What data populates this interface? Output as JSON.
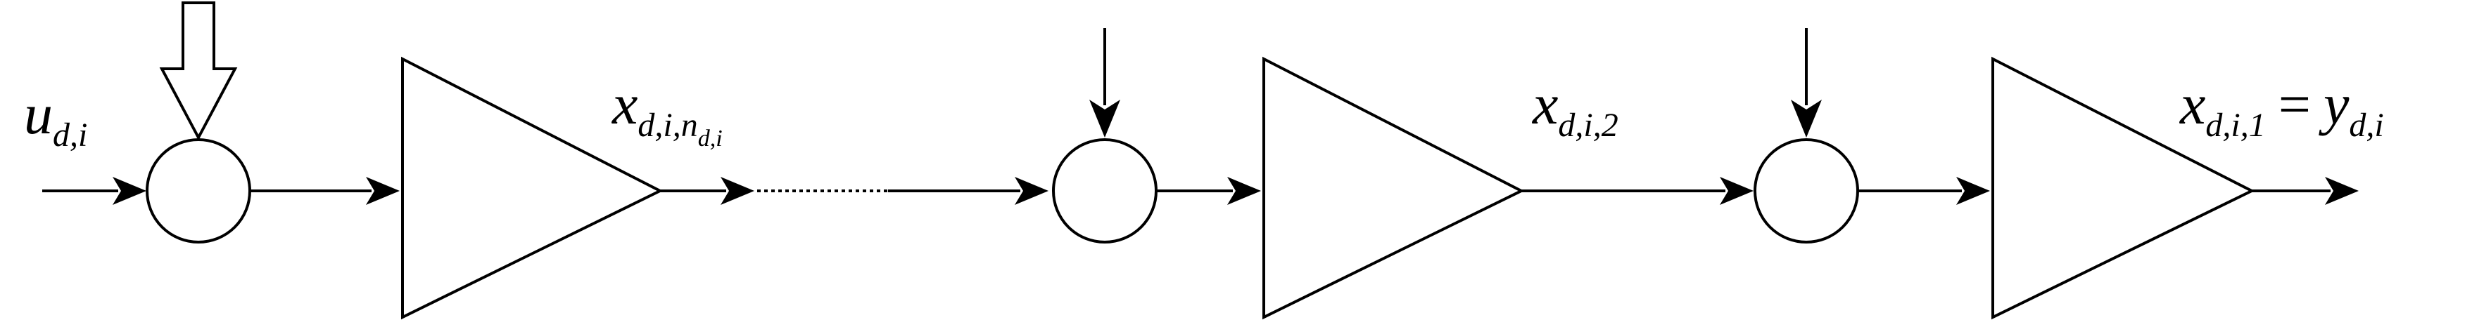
{
  "diagram": {
    "input": {
      "base": "u",
      "sub": "d,i"
    },
    "state_n": {
      "base": "x",
      "sub": "d,i,n",
      "subsub": "d,i"
    },
    "state_2": {
      "base": "x",
      "sub": "d,i,2"
    },
    "state_1": {
      "base": "x",
      "sub": "d,i,1"
    },
    "equals": "=",
    "output": {
      "base": "y",
      "sub": "d,i"
    }
  }
}
